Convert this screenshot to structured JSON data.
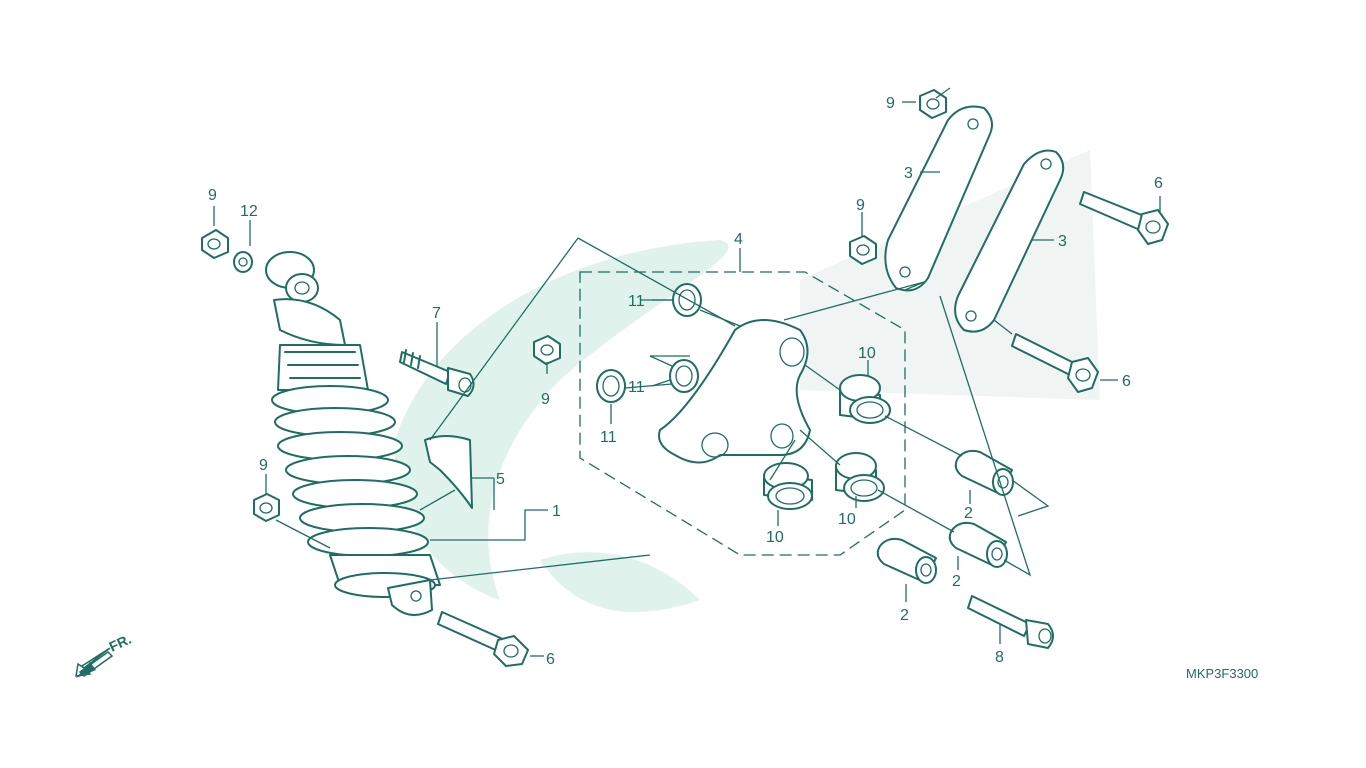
{
  "diagram_code": "MKP3F3300",
  "direction_label": "FR.",
  "colors": {
    "line": "#1f6e63",
    "watermark": "#dff3ec",
    "background": "#ffffff"
  },
  "callouts": {
    "c9_topleft": "9",
    "c12": "12",
    "c7": "7",
    "c9_mid": "9",
    "c9_lower": "9",
    "c5": "5",
    "c1": "1",
    "c6_bottom": "6",
    "c4": "4",
    "c11_top": "11",
    "c11_mid": "11",
    "c11_low": "11",
    "c10_a": "10",
    "c10_b": "10",
    "c10_c": "10",
    "c9_top": "9",
    "c9_center": "9",
    "c3_a": "3",
    "c3_b": "3",
    "c6_top": "6",
    "c6_mid": "6",
    "c2_a": "2",
    "c2_b": "2",
    "c2_c": "2",
    "c8": "8"
  }
}
